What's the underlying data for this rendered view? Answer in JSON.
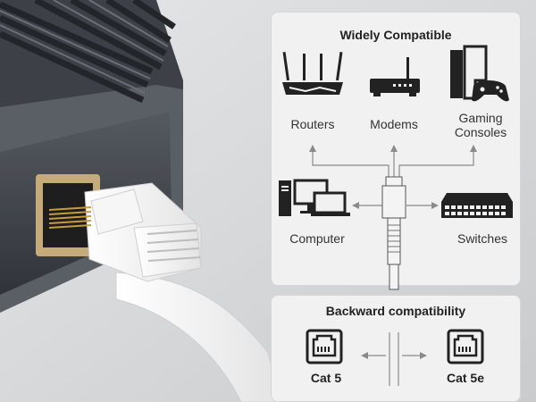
{
  "compat": {
    "title": "Widely Compatible",
    "routers": "Routers",
    "modems": "Modems",
    "gaming_line1": "Gaming",
    "gaming_line2": "Consoles",
    "computer": "Computer",
    "switches": "Switches"
  },
  "backward": {
    "title": "Backward compatibility",
    "cat5": "Cat 5",
    "cat5e": "Cat 5e"
  },
  "colors": {
    "panel_bg": "#f1f1f1",
    "device_dark": "#3a3f44",
    "icon_dark": "#222222",
    "arrow": "#8a8a8a"
  }
}
